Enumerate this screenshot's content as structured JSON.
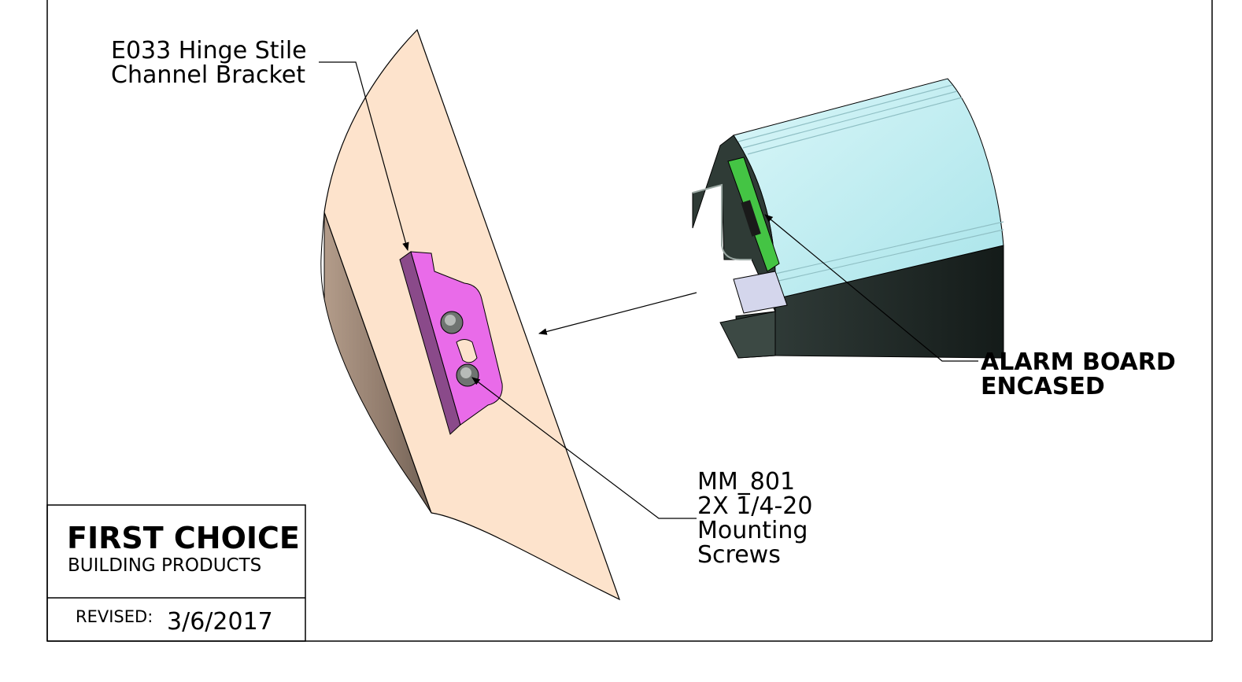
{
  "callouts": {
    "hinge_bracket": {
      "line1": "E033 Hinge Stile",
      "line2": "Channel Bracket"
    },
    "screws": {
      "line1": "MM_801",
      "line2": "2X 1/4-20",
      "line3": "Mounting",
      "line4": "Screws"
    },
    "alarm_board": {
      "line1": "ALARM BOARD",
      "line2": "ENCASED"
    }
  },
  "title_block": {
    "company": "FIRST CHOICE",
    "subtitle": "BUILDING PRODUCTS",
    "revised_label": "REVISED:",
    "revised_date": "3/6/2017"
  },
  "colors": {
    "door_face": "#fde3cc",
    "door_edge": "#9b8676",
    "bracket": "#e96be9",
    "bracket_side": "#8a4a8a",
    "housing": "#c9f1f4",
    "housing_dark": "#1c2624",
    "alarm_board": "#44c444",
    "channel_steel": "#2f3b36",
    "border": "#000000"
  }
}
